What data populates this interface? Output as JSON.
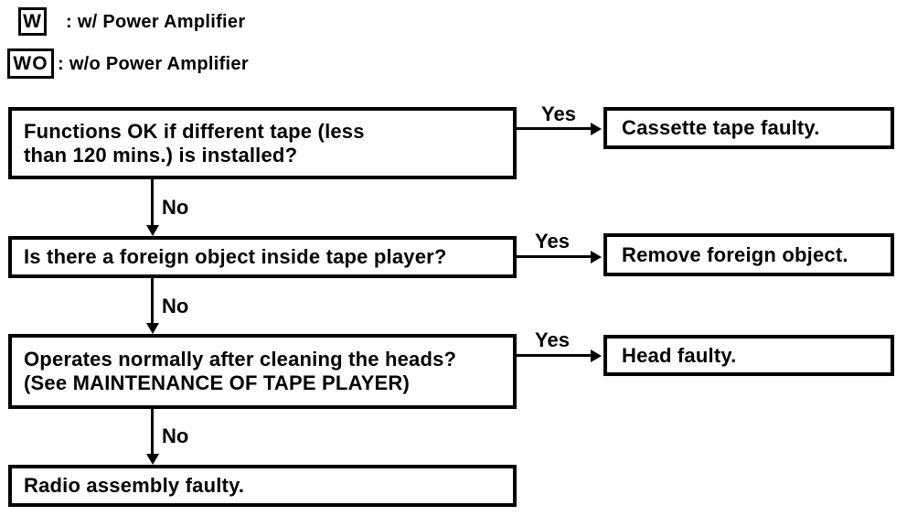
{
  "legend": {
    "items": [
      {
        "symbol": "W",
        "label": ": w/ Power Amplifier"
      },
      {
        "symbol": "WO",
        "label": ": w/o Power Amplifier"
      }
    ]
  },
  "flow": {
    "steps": [
      {
        "lines": [
          "Functions OK if different tape (less",
          "than 120 mins.) is installed?"
        ],
        "yes": "Yes",
        "no": "No",
        "result": "Cassette tape faulty."
      },
      {
        "lines": [
          "Is there a foreign object inside tape player?"
        ],
        "yes": "Yes",
        "no": "No",
        "result": "Remove foreign object."
      },
      {
        "lines": [
          "Operates normally after cleaning the heads?",
          "(See MAINTENANCE OF TAPE PLAYER)"
        ],
        "yes": "Yes",
        "no": "No",
        "result": "Head faulty."
      }
    ],
    "final": "Radio assembly faulty."
  },
  "colors": {
    "ink": "#000000",
    "paper": "#ffffff"
  }
}
